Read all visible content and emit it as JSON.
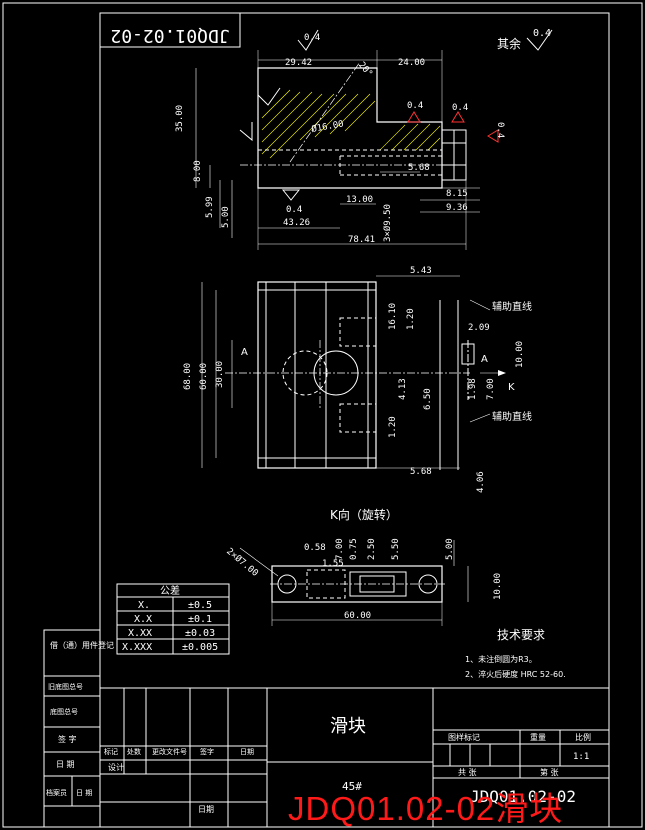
{
  "drawing_number": "JDQ01.02-02",
  "drawing_number_rotated": "JDQ01.02-02",
  "surface_finish_others_label": "其余",
  "roughness_value": "0.4",
  "part_name": "滑块",
  "material": "45#",
  "scale": "1:1",
  "view_label_k": "K向（旋转）",
  "section_label_a": "A",
  "view_arrow_k": "K",
  "auxiliary_line_label": "辅助直线",
  "tech_requirements": {
    "title": "技术要求",
    "items": [
      "1、未注倒圆为R3。",
      "2、淬火后硬度 HRC 52-60."
    ]
  },
  "tolerance_table": {
    "title": "公差",
    "rows": [
      {
        "format": "X.",
        "value": "±0.5"
      },
      {
        "format": "X.X",
        "value": "±0.1"
      },
      {
        "format": "X.XX",
        "value": "±0.03"
      },
      {
        "format": "X.XXX",
        "value": "±0.005"
      }
    ]
  },
  "dimensions": {
    "front": [
      "29.42",
      "24.00",
      "35.00",
      "8.00",
      "5.99",
      "5.00",
      "13.00",
      "43.26",
      "78.41",
      "3×Ø9.50",
      "Ø16.00",
      "5.68",
      "8.15",
      "9.36",
      "20°"
    ],
    "mid": [
      "68.00",
      "60.00",
      "30.00",
      "5.43",
      "16.10",
      "1.20",
      "2.09",
      "4.13",
      "6.50",
      "1.98",
      "7.00",
      "10.00",
      "1.20",
      "5.68",
      "4.06"
    ],
    "k_view": [
      "2×Ø7.00",
      "0.58",
      "1.55",
      "7.00",
      "0.75",
      "2.50",
      "5.50",
      "5.00",
      "10.00",
      "60.00"
    ]
  },
  "title_block": {
    "left_labels": [
      "借（通）用件登记",
      "旧底图总号",
      "底图总号",
      "签 字",
      "日 期",
      "档案员",
      "日 期"
    ],
    "row_labels": [
      "标记",
      "处数",
      "更改文件号",
      "签字",
      "日期",
      "设计"
    ],
    "right_labels": [
      "图样标记",
      "重量",
      "比例",
      "共 张",
      "第 张"
    ],
    "date_label": "日期"
  },
  "watermark": "JDQ01.02-02滑块"
}
